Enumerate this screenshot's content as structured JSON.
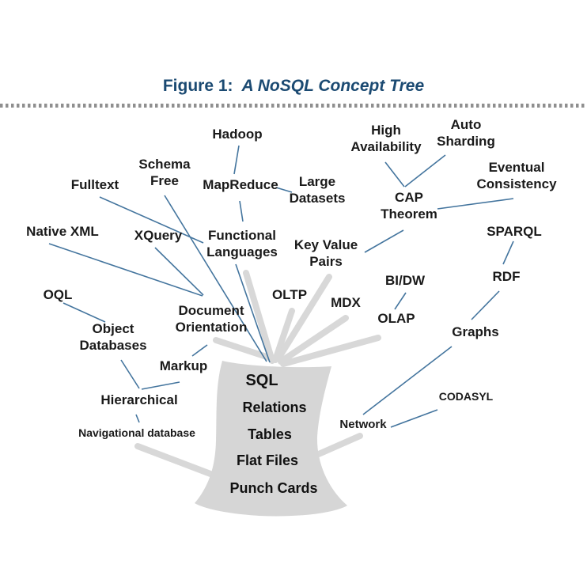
{
  "title": {
    "prefix": "Figure 1:",
    "main": "A NoSQL Concept Tree"
  },
  "colors": {
    "title_blue": "#1b4a72",
    "edge_line": "#44759e",
    "branch_gray": "#d8d8d8",
    "trunk_gray": "#d6d6d6",
    "label_text": "#1a1a1a",
    "dotted_rule": "#8f8f8f"
  },
  "nodes": {
    "hadoop": "Hadoop",
    "schema_free": "Schema Free",
    "fulltext": "Fulltext",
    "native_xml": "Native XML",
    "xquery": "XQuery",
    "mapreduce": "MapReduce",
    "functional_languages": "Functional Languages",
    "large_datasets": "Large Datasets",
    "high_availability": "High Availability",
    "auto_sharding": "Auto Sharding",
    "eventual_consistency": "Eventual Consistency",
    "cap_theorem": "CAP Theorem",
    "key_value_pairs": "Key Value Pairs",
    "sparql": "SPARQL",
    "rdf": "RDF",
    "oltp": "OLTP",
    "mdx": "MDX",
    "bi_dw": "BI/DW",
    "olap": "OLAP",
    "graphs": "Graphs",
    "oql": "OQL",
    "object_databases": "Object Databases",
    "document_orientation": "Document Orientation",
    "markup": "Markup",
    "hierarchical": "Hierarchical",
    "navigational_database": "Navigational database",
    "network": "Network",
    "codasyl": "CODASYL"
  },
  "trunk": {
    "labels": [
      "SQL",
      "Relations",
      "Tables",
      "Flat Files",
      "Punch Cards"
    ]
  }
}
